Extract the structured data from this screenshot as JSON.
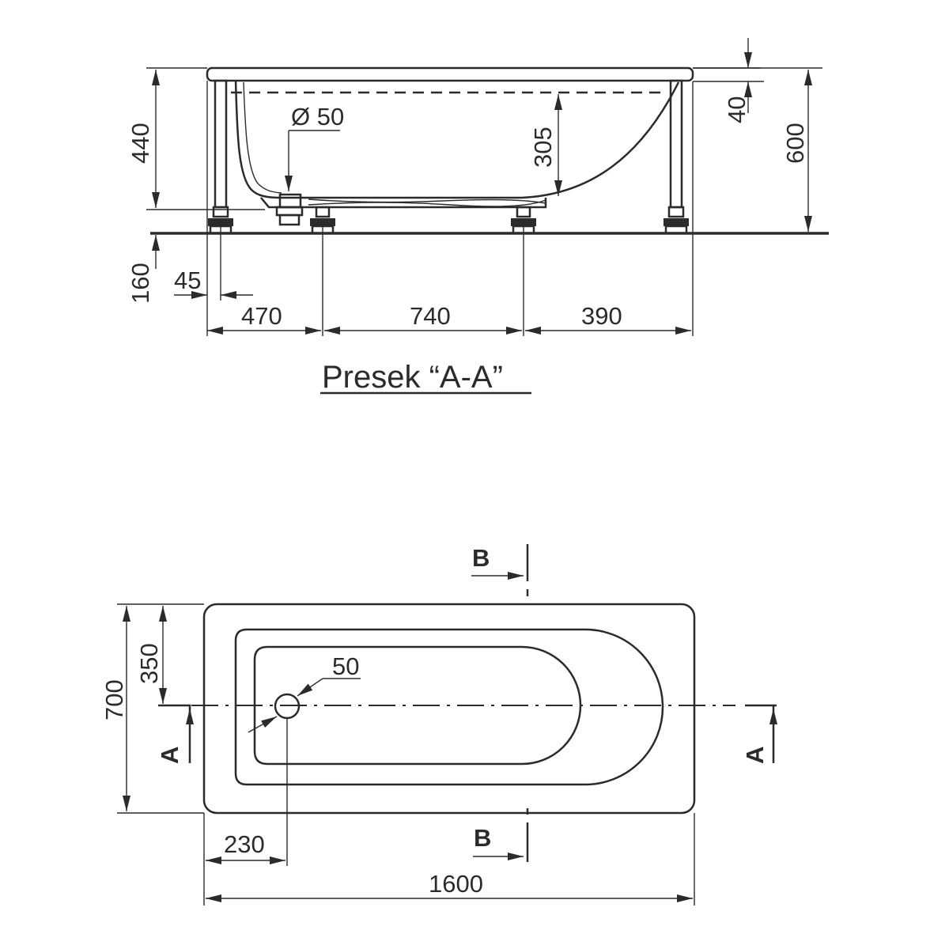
{
  "section_view": {
    "title": "Presek “A-A”",
    "dimensions": {
      "total_height": "600",
      "rim_to_floor": "440",
      "rim_thickness": "40",
      "water_depth": "305",
      "drain_diameter": "Ø 50",
      "leg_height": "160",
      "leg_offset": "45",
      "leg_spacing_left": "470",
      "leg_spacing_middle": "740",
      "leg_spacing_right": "390"
    }
  },
  "plan_view": {
    "section_a_label": "A",
    "section_b_label": "B",
    "dimensions": {
      "total_width": "700",
      "half_width": "350",
      "drain_size": "50",
      "drain_offset": "230",
      "total_length": "1600"
    }
  },
  "colors": {
    "ink": "#2b2b2b",
    "paper": "#ffffff"
  }
}
